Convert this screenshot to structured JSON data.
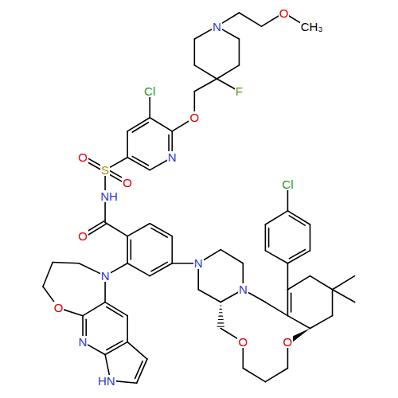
{
  "diagram": {
    "labels": [
      "O",
      "CH₃",
      "N",
      "F",
      "Cl",
      "O",
      "N",
      "O",
      "S",
      "O",
      "Cl",
      "NH",
      "O",
      "N",
      "N",
      "N",
      "O",
      "O",
      "O",
      "N",
      "HN"
    ]
  }
}
